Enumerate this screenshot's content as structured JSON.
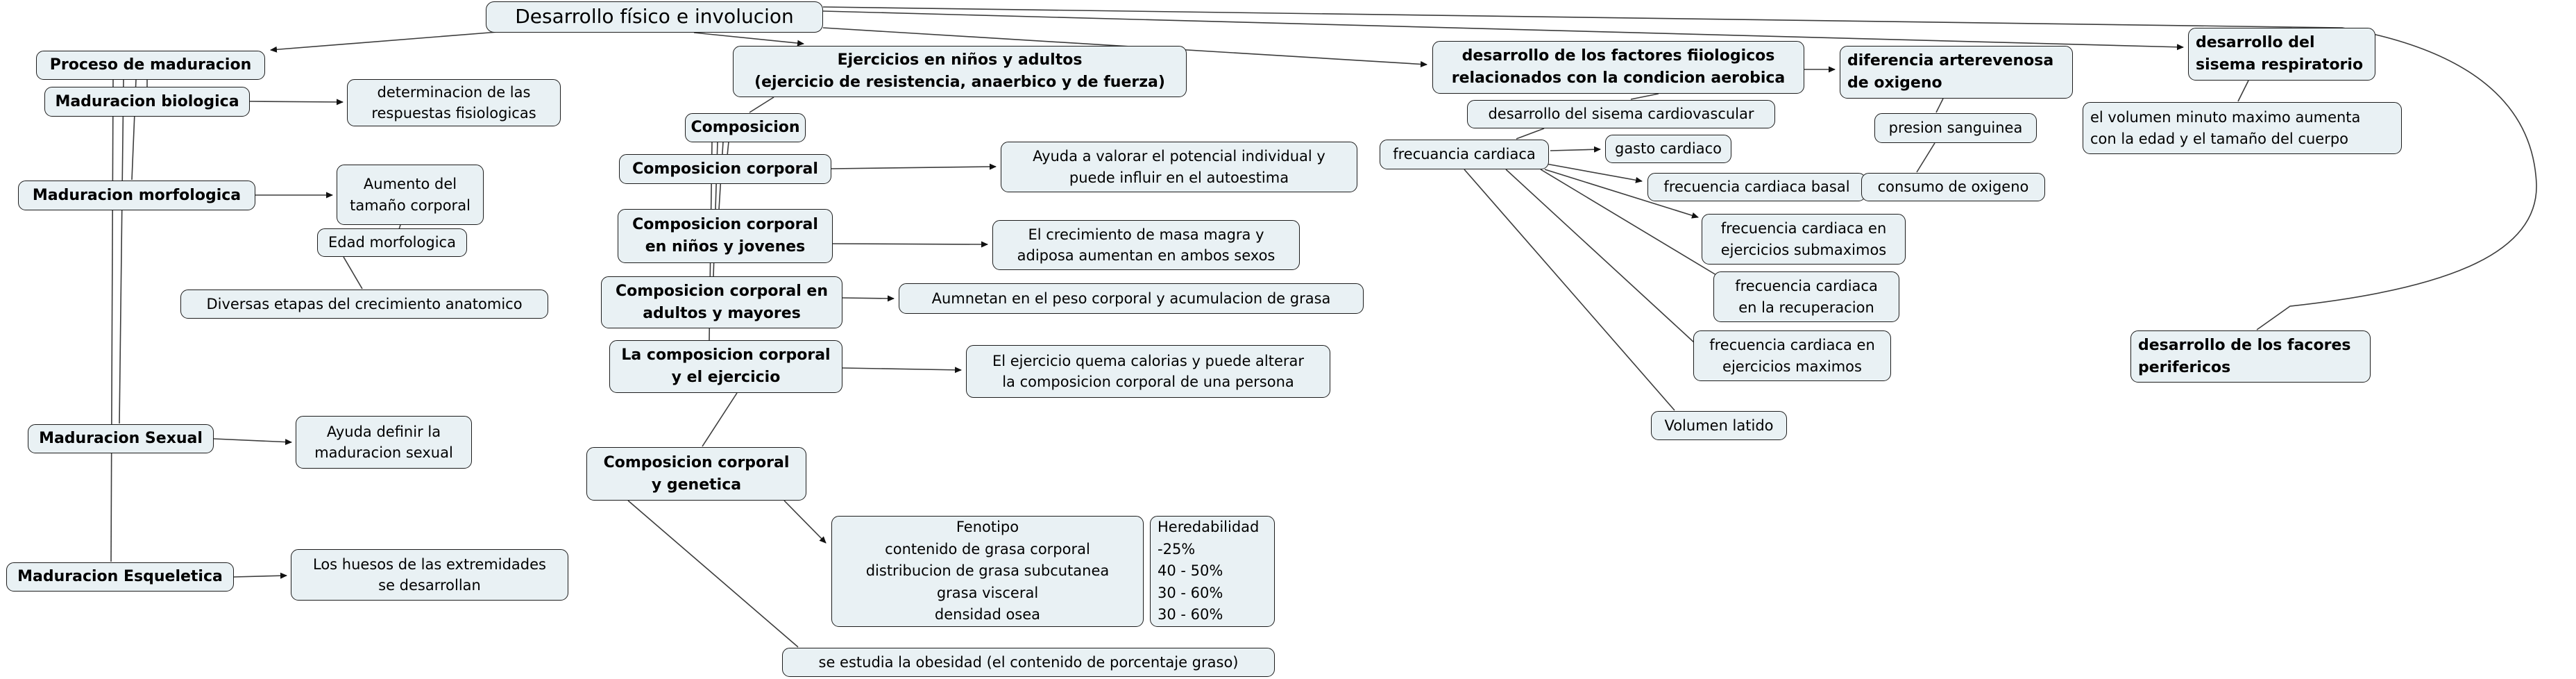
{
  "diagram": {
    "title": "Desarrollo físico e involucion",
    "nodes": {
      "proceso": {
        "label": "Proceso de maduracion"
      },
      "biologica": {
        "label": "Maduracion biologica"
      },
      "determinacion": {
        "label": "determinacion de las\nrespuestas fisiologicas"
      },
      "morfologica": {
        "label": "Maduracion morfologica"
      },
      "aumento": {
        "label": "Aumento del\ntamaño corporal"
      },
      "edad_morf": {
        "label": "Edad morfologica"
      },
      "diversas": {
        "label": "Diversas etapas del crecimiento anatomico"
      },
      "sexual": {
        "label": "Maduracion Sexual"
      },
      "ayuda_sexual": {
        "label": "Ayuda definir la\nmaduracion sexual"
      },
      "esqueletica": {
        "label": "Maduracion Esqueletica"
      },
      "huesos": {
        "label": "Los huesos de las extremidades\nse desarrollan"
      },
      "ejercicios": {
        "label": "Ejercicios en niños y adultos\n(ejercicio de resistencia, anaerbico y de fuerza)"
      },
      "composicion": {
        "label": "Composicion"
      },
      "comp_corporal": {
        "label": "Composicion corporal"
      },
      "ayuda_valorar": {
        "label": "Ayuda a valorar el potencial individual y\npuede influir en el autoestima"
      },
      "comp_ninos": {
        "label": "Composicion corporal\nen niños y jovenes"
      },
      "crecimiento": {
        "label": "El crecimiento de masa magra y\nadiposa aumentan en ambos sexos"
      },
      "comp_adultos": {
        "label": "Composicion corporal en\nadultos y mayores"
      },
      "aumnetan": {
        "label": "Aumnetan en el peso corporal y acumulacion de grasa"
      },
      "la_comp": {
        "label": "La composicion corporal\ny el ejercicio"
      },
      "quema": {
        "label": "El ejercicio quema calorias y puede alterar\nla composicion corporal de una persona"
      },
      "genetica": {
        "label": "Composicion corporal\ny genetica"
      },
      "fenotipo": {
        "label": "Fenotipo\ncontenido de grasa corporal\ndistribucion de grasa subcutanea\ngrasa visceral\ndensidad osea"
      },
      "heredabilidad": {
        "label": "Heredabilidad\n-25%\n40 - 50%\n30 - 60%\n30 - 60%"
      },
      "obesidad": {
        "label": "se estudia la obesidad (el contenido de porcentaje graso)"
      },
      "factores": {
        "label": "desarrollo de los factores fiiologicos\nrelacionados con la condicion aerobica"
      },
      "arterevenosa": {
        "label": "diferencia arterevenosa\nde oxigeno"
      },
      "respiratorio": {
        "label": "desarrollo del\nsisema respiratorio"
      },
      "cardiovascular": {
        "label": "desarrollo del sisema cardiovascular"
      },
      "presion": {
        "label": "presion sanguinea"
      },
      "frecuancia": {
        "label": "frecuancia cardiaca"
      },
      "gasto": {
        "label": "gasto cardiaco"
      },
      "basal": {
        "label": "frecuencia cardiaca basal"
      },
      "consumo": {
        "label": "consumo de oxigeno"
      },
      "submaximos": {
        "label": "frecuencia cardiaca en\nejercicios submaximos"
      },
      "recuperacion": {
        "label": "frecuencia cardiaca\nen la recuperacion"
      },
      "maximos": {
        "label": "frecuencia cardiaca en\nejercicios maximos"
      },
      "volumen_latido": {
        "label": "Volumen latido"
      },
      "vol_minuto": {
        "label": "el volumen minuto maximo aumenta\ncon la edad y el tamaño del cuerpo"
      },
      "perifericos": {
        "label": "desarrollo de los facores\nperifericos"
      }
    },
    "colors": {
      "node_fill": "#e9f1f4",
      "node_border": "#1c1c1c",
      "connector": "#3c3c3c"
    }
  }
}
